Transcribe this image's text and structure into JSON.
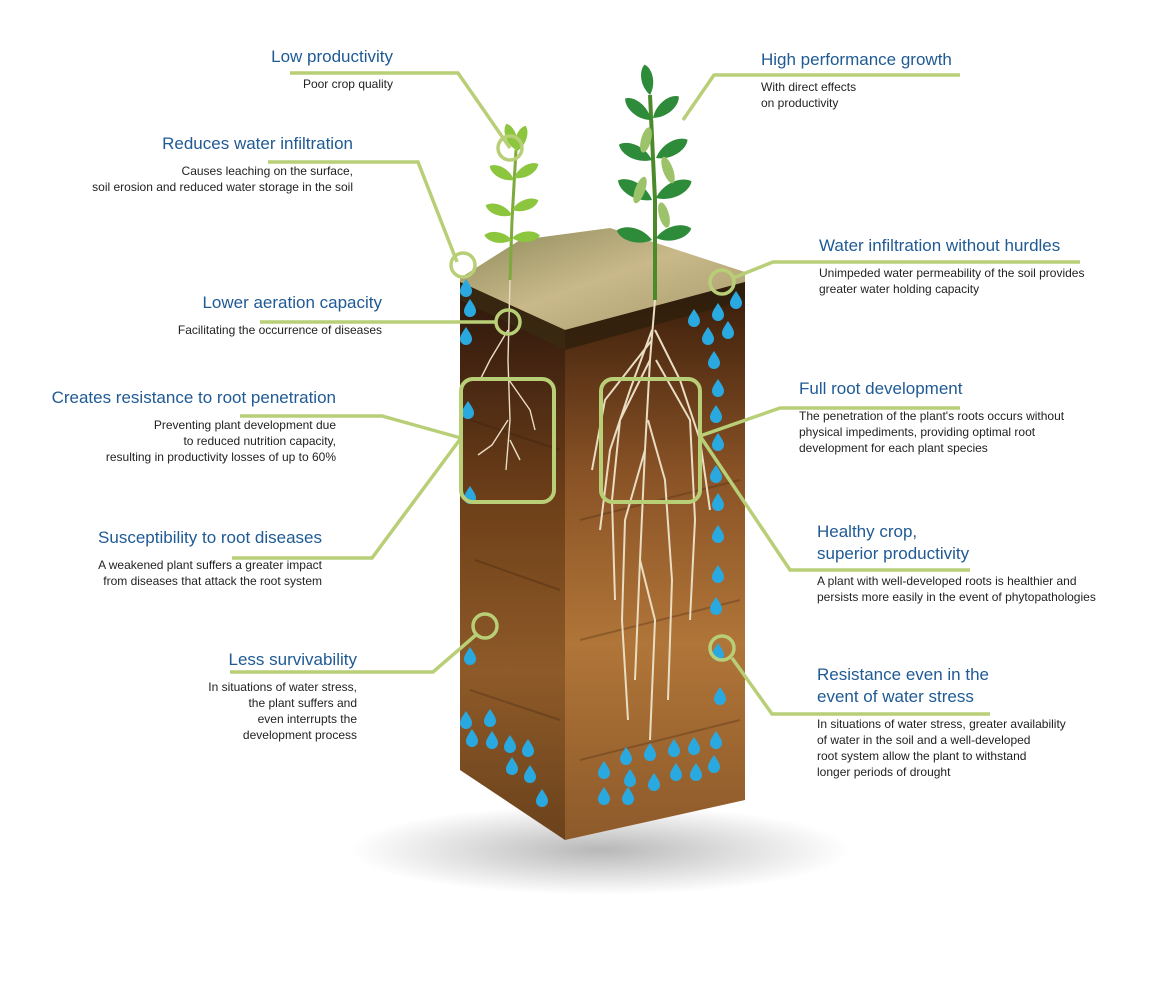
{
  "colors": {
    "title": "#1f5a94",
    "body_text": "#222222",
    "leader": "#b9cf77",
    "water": "#2aa9e0",
    "soil_dark": "#5a3015",
    "soil_light": "#c48a4c",
    "grass": "#bba77b",
    "leaf_light": "#8cc63f",
    "leaf_dark": "#2e8b3a",
    "root": "#e9ddc2"
  },
  "icons": [
    "water-drop-icon",
    "highlight-circle-icon",
    "highlight-box-icon",
    "leaf-icon",
    "root-icon"
  ],
  "labels": {
    "low_productivity": {
      "title": "Low productivity",
      "desc": [
        "Poor crop quality"
      ]
    },
    "reduces_infiltration": {
      "title": "Reduces water infiltration",
      "desc": [
        "Causes leaching on the surface,",
        "soil erosion and reduced water storage in the soil"
      ]
    },
    "lower_aeration": {
      "title": "Lower aeration capacity",
      "desc": [
        "Facilitating the occurrence of diseases"
      ]
    },
    "root_resistance": {
      "title": "Creates resistance to root penetration",
      "desc": [
        "Preventing plant development due",
        "to reduced nutrition capacity,",
        "resulting in productivity losses of up to 60%"
      ]
    },
    "root_diseases": {
      "title": "Susceptibility to root diseases",
      "desc": [
        "A weakened plant suffers a greater impact",
        "from diseases that attack the root system"
      ]
    },
    "less_survivability": {
      "title": "Less survivability",
      "desc": [
        "In situations of water stress,",
        "the plant suffers and",
        "even interrupts the",
        "development process"
      ]
    },
    "high_performance": {
      "title": "High performance growth",
      "desc": [
        "With direct effects",
        "on productivity"
      ]
    },
    "water_infiltration": {
      "title": "Water infiltration without hurdles",
      "desc": [
        "Unimpeded water permeability of the soil provides",
        "greater water holding capacity"
      ]
    },
    "full_root": {
      "title": "Full root development",
      "desc": [
        "The penetration of the plant's roots occurs without",
        "physical impediments, providing optimal root",
        "development for each plant species"
      ]
    },
    "healthy_crop": {
      "title": [
        "Healthy crop,",
        "superior productivity"
      ],
      "desc": [
        "A plant with well-developed roots is healthier and",
        "persists more easily in the event of phytopathologies"
      ]
    },
    "water_stress": {
      "title": [
        "Resistance even in the",
        "event of water stress"
      ],
      "desc": [
        "In situations of water stress, greater availability",
        "of water in the soil and a well-developed",
        "root system allow the plant to withstand",
        "longer periods of drought"
      ]
    }
  }
}
